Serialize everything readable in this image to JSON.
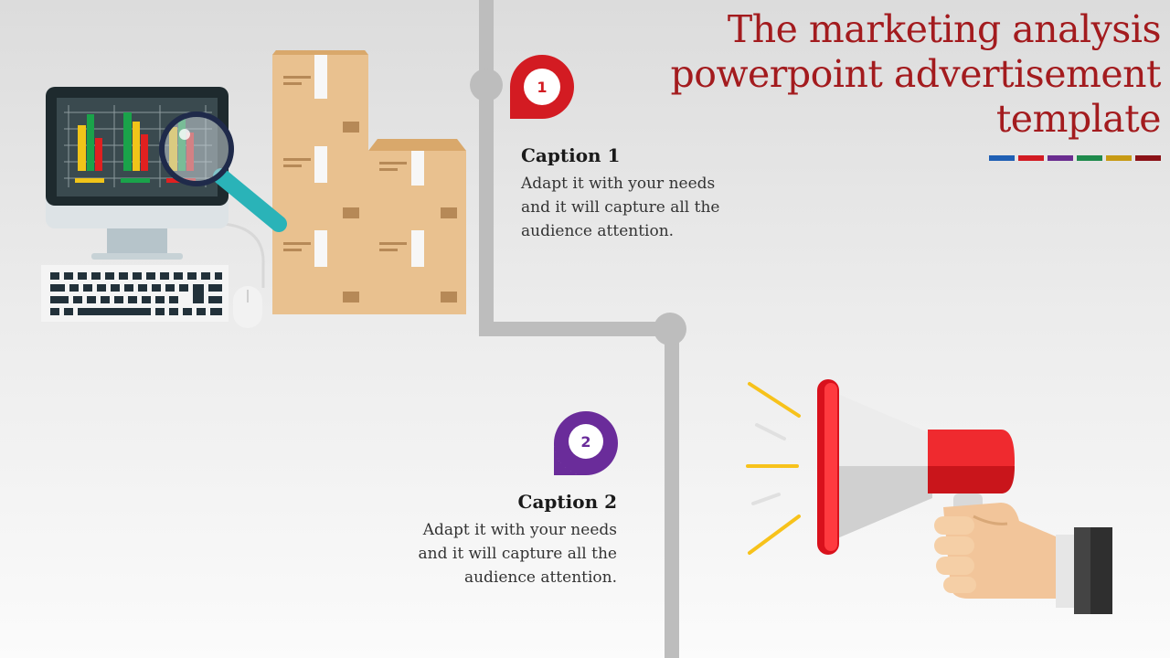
{
  "title": {
    "line1": "The marketing analysis",
    "line2": "powerpoint advertisement",
    "line3": "template"
  },
  "swatches": [
    "#1f5fb4",
    "#d21b23",
    "#6a2c8f",
    "#1e8a4c",
    "#c79a14",
    "#8b1217"
  ],
  "steps": [
    {
      "number": "1",
      "color": "#d31b22",
      "caption": "Caption 1",
      "lines": [
        "Adapt it with your needs",
        "and it will capture all the",
        "audience attention."
      ]
    },
    {
      "number": "2",
      "color": "#6a2c9a",
      "caption": "Caption 2",
      "lines": [
        "Adapt it with your needs",
        "and it will capture all the",
        "audience attention."
      ]
    }
  ],
  "icons": {
    "left": "computer-analytics-with-magnifier-and-boxes",
    "right": "hand-holding-megaphone"
  }
}
